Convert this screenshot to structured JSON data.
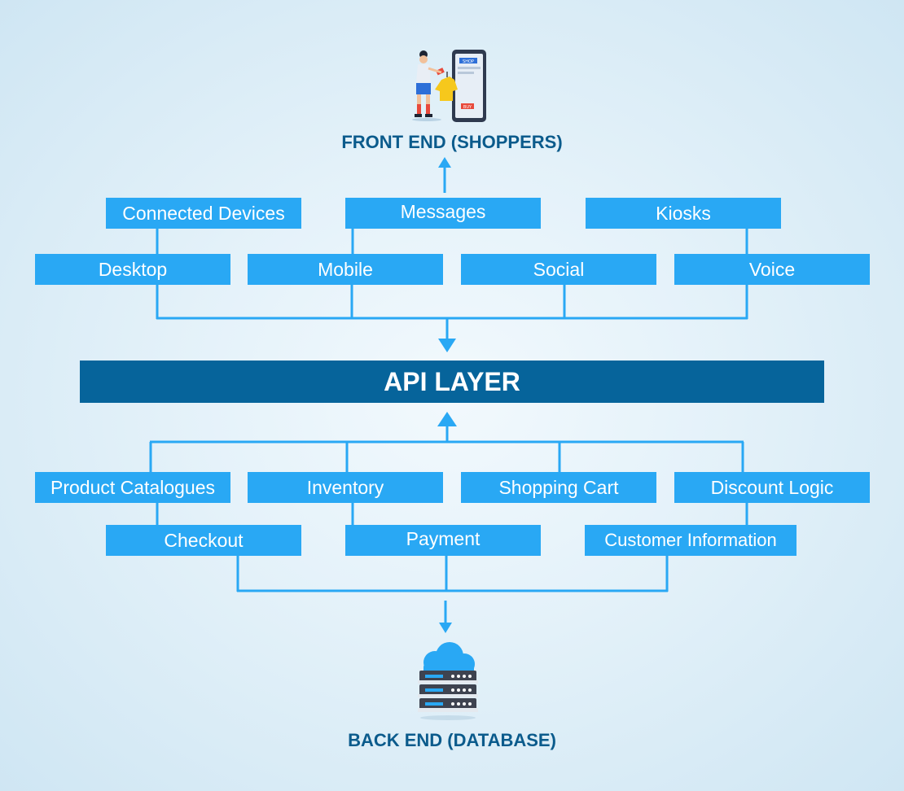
{
  "front_end": {
    "title": "FRONT END (SHOPPERS)"
  },
  "channels": {
    "connected_devices": "Connected Devices",
    "messages": "Messages",
    "kiosks": "Kiosks",
    "desktop": "Desktop",
    "mobile": "Mobile",
    "social": "Social",
    "voice": "Voice"
  },
  "api_layer": {
    "title": "API LAYER"
  },
  "services": {
    "product_catalogues": "Product Catalogues",
    "inventory": "Inventory",
    "shopping_cart": "Shopping Cart",
    "discount_logic": "Discount Logic",
    "checkout": "Checkout",
    "payment": "Payment",
    "customer_information": "Customer Information"
  },
  "back_end": {
    "title": "BACK END (DATABASE)"
  },
  "illustration": {
    "phone_shop_label": "SHOP",
    "phone_buy_label": "BUY"
  },
  "colors": {
    "box_fill": "#29a8f4",
    "connector": "#29a8f4",
    "api_fill": "#06649b",
    "heading": "#0b5b8c"
  },
  "icons": {
    "front_end": "shopper-with-phone-illustration",
    "back_end": "cloud-database-server-icon"
  }
}
